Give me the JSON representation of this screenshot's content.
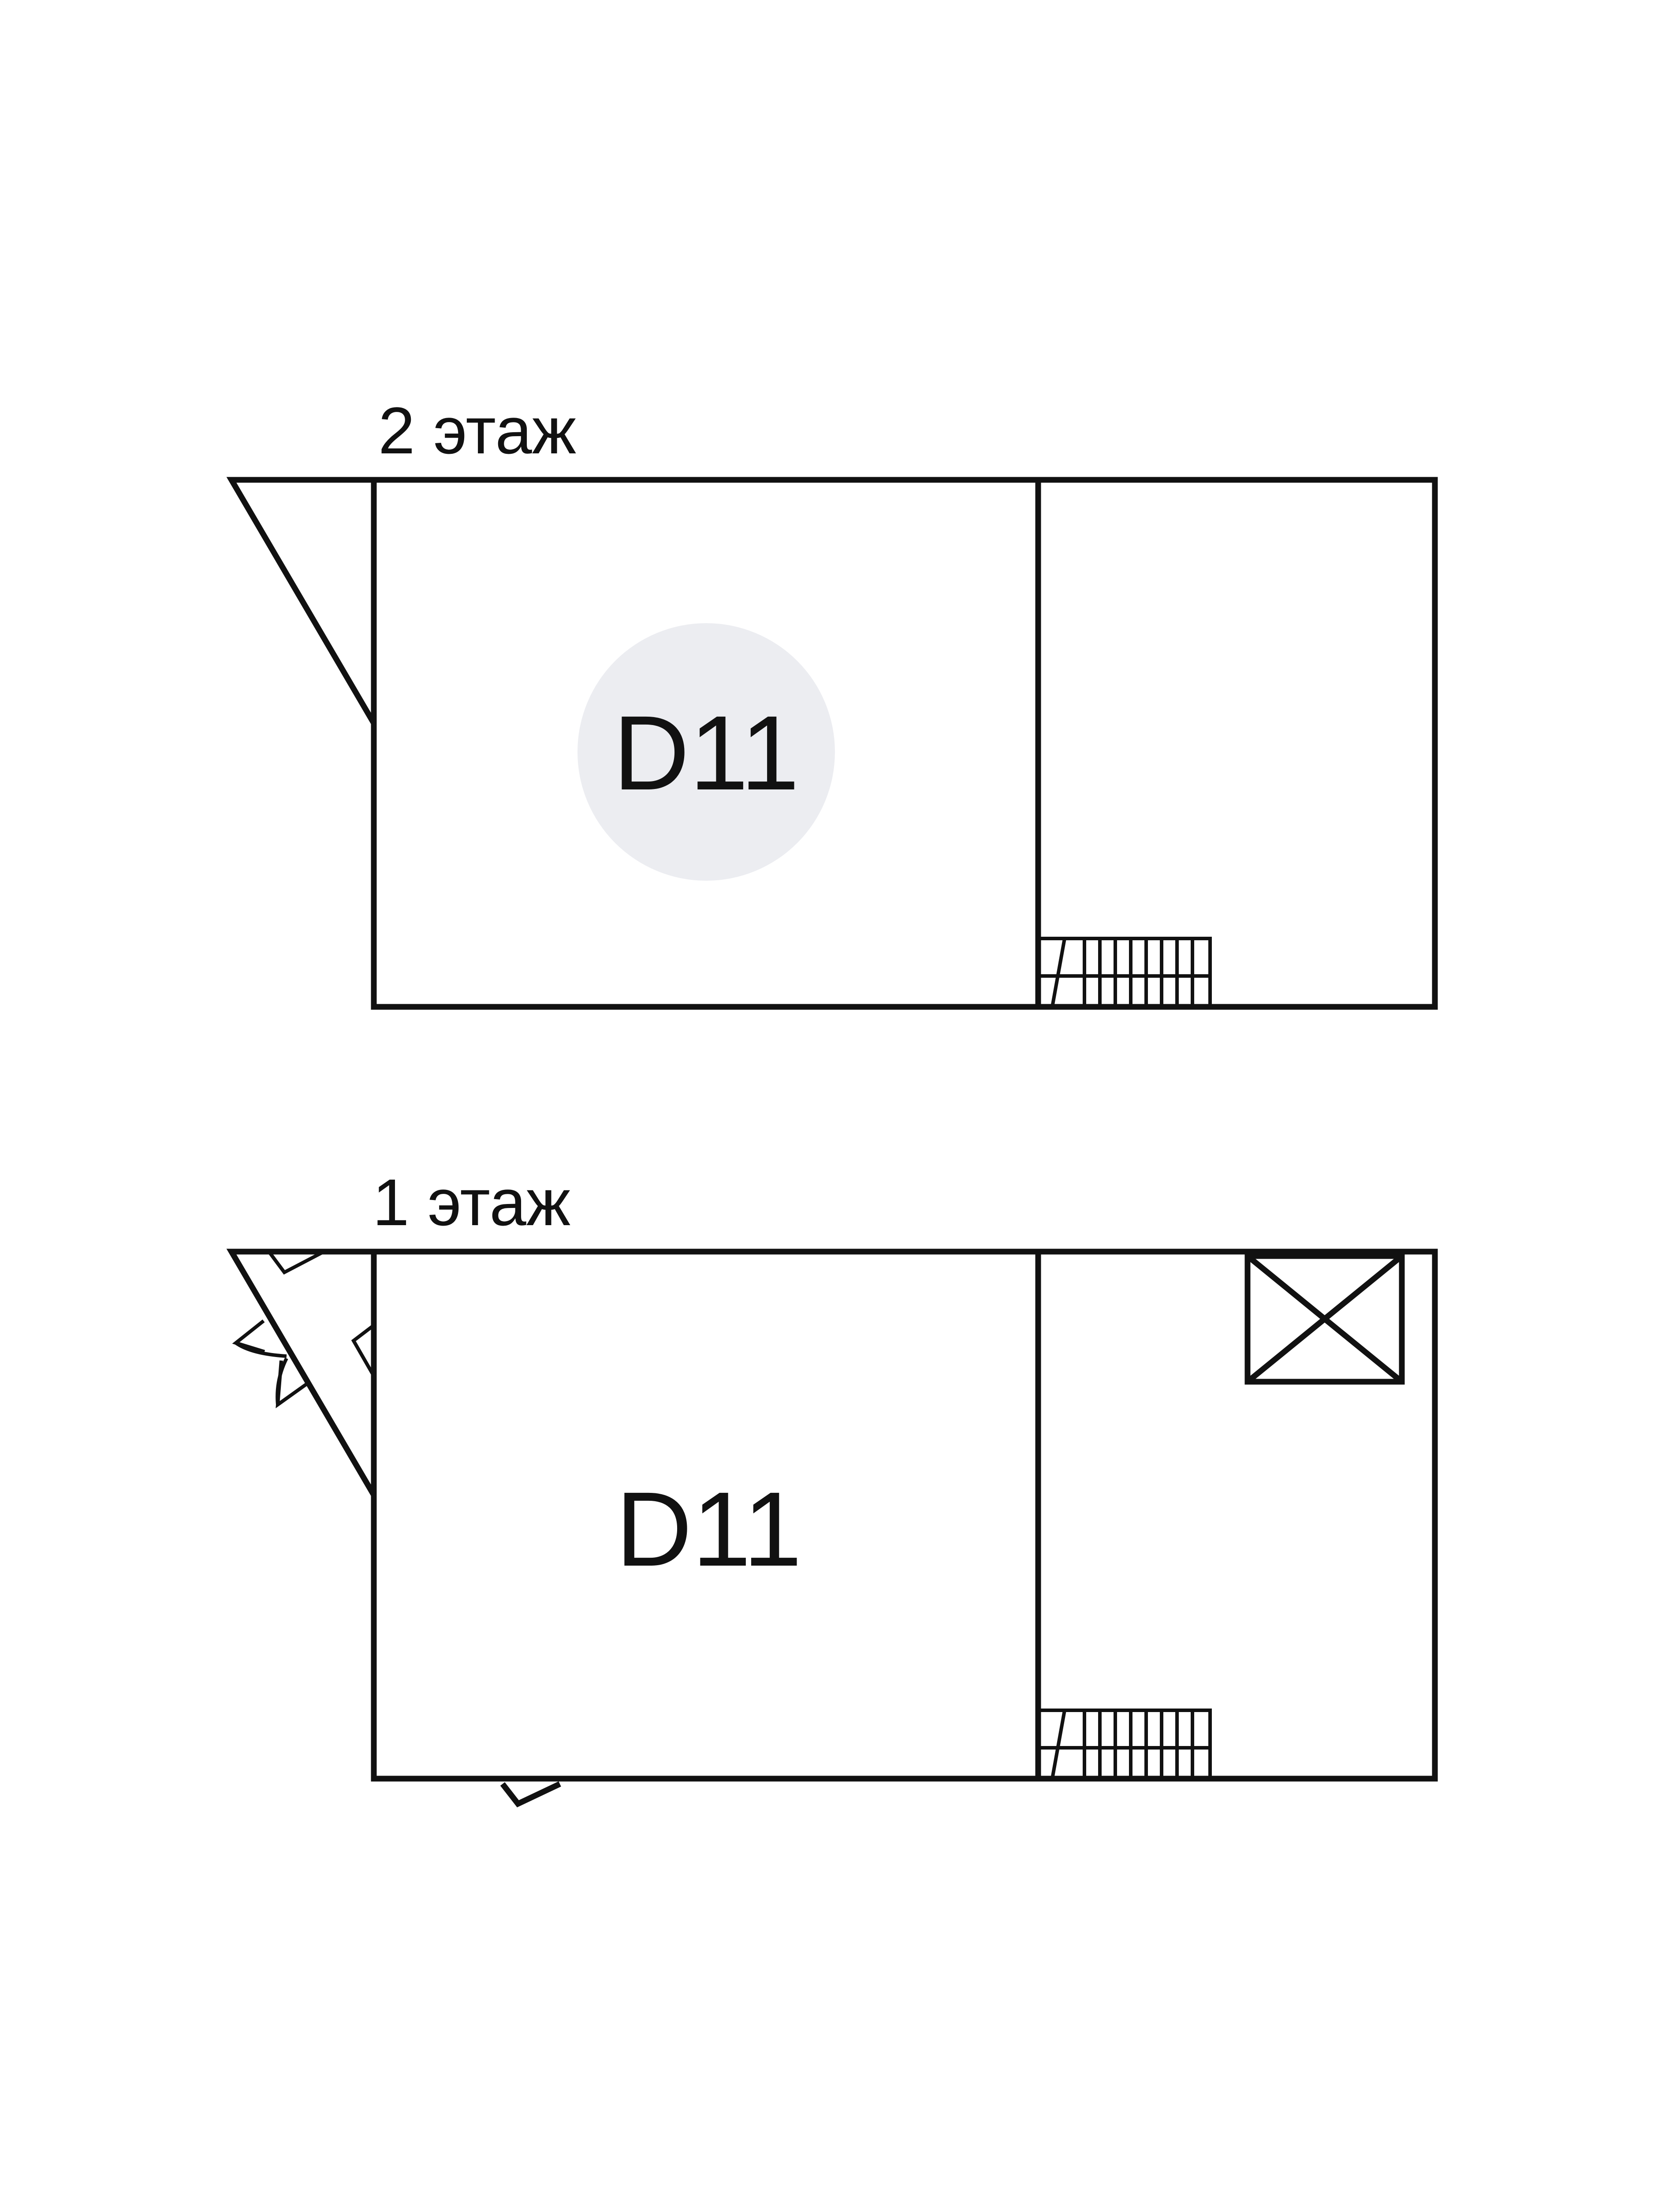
{
  "floors": [
    {
      "label": "2 этаж",
      "unit": "D11",
      "colors": {
        "main_room": "#ffffff",
        "side_room": "#ecedf1",
        "badge": "#ecedf1"
      }
    },
    {
      "label": "1 этаж",
      "unit": "D11",
      "colors": {
        "main_room": "#cccdcf",
        "side_room": "#cccdcf",
        "badge": "#ffffff"
      }
    }
  ],
  "colors": {
    "line": "#111111",
    "background": "#ffffff"
  },
  "icons": {
    "stairs": "stairs-icon",
    "elevator": "elevator-shaft-icon",
    "door": "door-swing-icon"
  }
}
